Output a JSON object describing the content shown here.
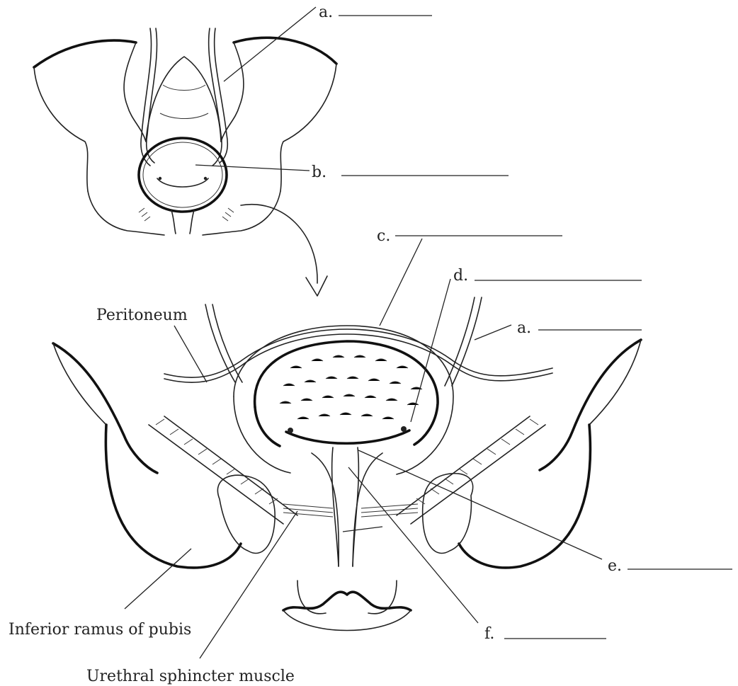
{
  "labels": {
    "a_top": "a.",
    "b": "b.",
    "c": "c.",
    "d": "d.",
    "a_right": "a.",
    "e": "e.",
    "f": "f.",
    "peritoneum": "Peritoneum",
    "inferior_ramus": "Inferior ramus of pubis",
    "urethral_sphincter": "Urethral sphincter  muscle"
  }
}
